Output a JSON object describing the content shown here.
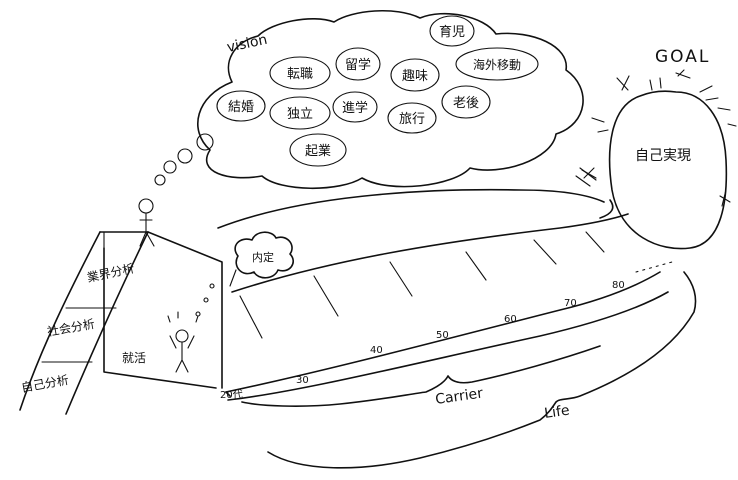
{
  "vision": {
    "title": "vision",
    "items": [
      "結婚",
      "転職",
      "留学",
      "育児",
      "趣味",
      "海外移動",
      "独立",
      "進学",
      "旅行",
      "老後",
      "起業"
    ]
  },
  "goal": {
    "title": "GOAL",
    "box_label": "自己実現"
  },
  "mood": {
    "label": "内定"
  },
  "stairs": {
    "steps": [
      "自己分析",
      "社会分析",
      "業界分析"
    ],
    "side_label": "就活"
  },
  "timeline": {
    "ages": [
      "20代",
      "30",
      "40",
      "50",
      "60",
      "70",
      "80"
    ]
  },
  "brackets": {
    "carrier": "Carrier",
    "life": "Life"
  }
}
